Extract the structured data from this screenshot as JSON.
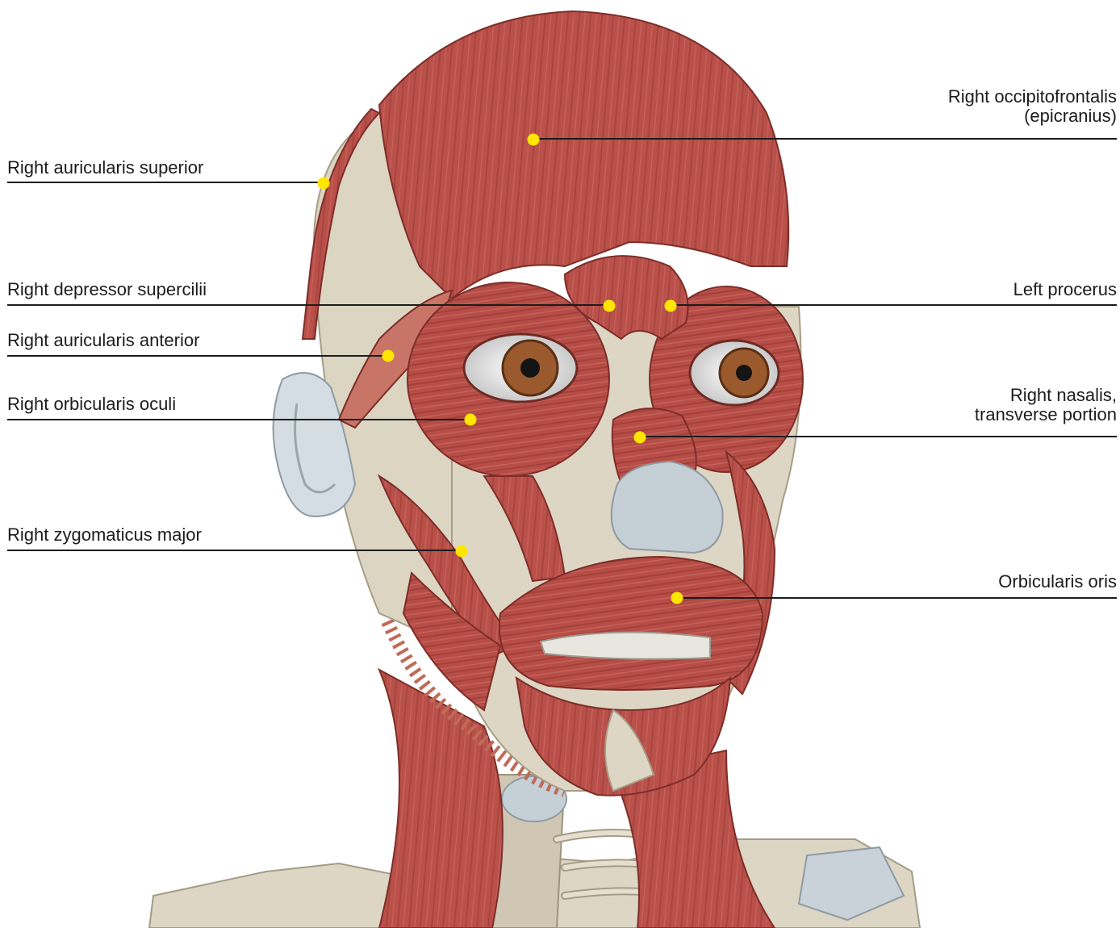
{
  "labels_left": [
    {
      "id": "auricularis-superior",
      "text": "Right auricularis superior"
    },
    {
      "id": "depressor-supercilii",
      "text": "Right depressor supercilii"
    },
    {
      "id": "auricularis-anterior",
      "text": "Right auricularis anterior"
    },
    {
      "id": "orbicularis-oculi",
      "text": "Right orbicularis oculi"
    },
    {
      "id": "zygomaticus-major",
      "text": "Right zygomaticus major"
    }
  ],
  "labels_right": [
    {
      "id": "occipitofrontalis",
      "line1": "Right occipitofrontalis",
      "line2": "(epicranius)"
    },
    {
      "id": "procerus",
      "line1": "Left procerus",
      "line2": ""
    },
    {
      "id": "nasalis",
      "line1": "Right nasalis,",
      "line2": "transverse portion"
    },
    {
      "id": "orbicularis-oris",
      "line1": "Orbicularis oris",
      "line2": ""
    }
  ],
  "colors": {
    "muscle": "#b9504a",
    "muscle_dark": "#8e3530",
    "muscle_light": "#d3766d",
    "bone": "#dcd6c6",
    "bone_shadow": "#b7af9b",
    "cartilage": "#d2dbe0",
    "marker": "#ffe600",
    "leader": "#1c1c1c",
    "iris": "#9a5a2e"
  }
}
